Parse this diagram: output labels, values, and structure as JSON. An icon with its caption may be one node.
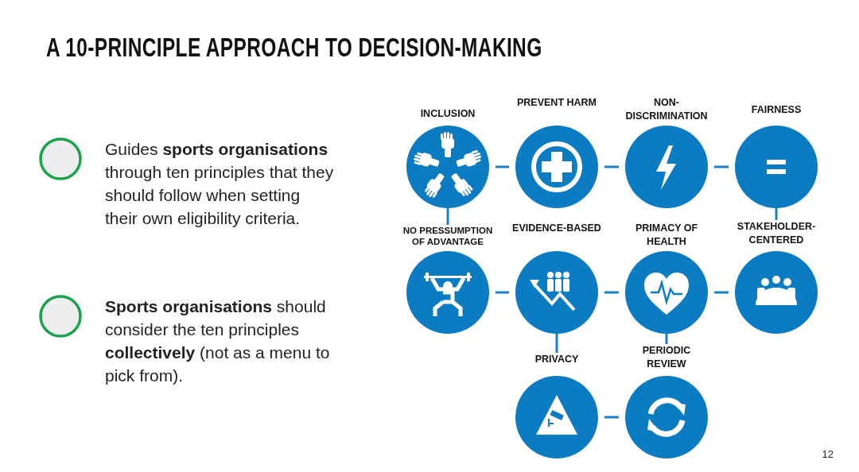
{
  "diagram": {
    "title": "A 10-PRINCIPLE APPROACH TO DECISION-MAKING",
    "nodes": [
      {
        "text": [
          "INCLUSION"
        ]
      },
      {
        "text": [
          "PREVENT HARM"
        ]
      },
      {
        "text": [
          "NON-DISCRIMINATION"
        ]
      },
      {
        "text": [
          "FAIRNESS"
        ]
      },
      {
        "text": [
          "NO PRESSUMPTION OF ADVANTAGE"
        ]
      },
      {
        "text": [
          "EVIDENCE-BASED"
        ]
      },
      {
        "text": [
          "PRIMACY OF HEALTH"
        ]
      },
      {
        "text": [
          "STAKEHOLDER-CENTERED"
        ]
      },
      {
        "text": [
          "PRIVACY"
        ]
      },
      {
        "text": [
          "PERIODIC REVIEW"
        ]
      }
    ],
    "edges": [
      {
        "from": 0,
        "to": 1,
        "arrow": "none"
      },
      {
        "from": 1,
        "to": 2,
        "arrow": "none"
      },
      {
        "from": 2,
        "to": 3,
        "arrow": "none"
      },
      {
        "from": 0,
        "to": 4,
        "arrow": "none"
      },
      {
        "from": 3,
        "to": 7,
        "arrow": "none"
      },
      {
        "from": 4,
        "to": 5,
        "arrow": "none"
      },
      {
        "from": 5,
        "to": 6,
        "arrow": "none"
      },
      {
        "from": 6,
        "to": 7,
        "arrow": "none"
      },
      {
        "from": 5,
        "to": 8,
        "arrow": "none"
      },
      {
        "from": 6,
        "to": 9,
        "arrow": "none"
      },
      {
        "from": 8,
        "to": 9,
        "arrow": "none"
      }
    ],
    "labels": [
      "Guides **sports organisations** through ten principles that they should follow when setting their own eligibility criteria.",
      "**Sports organisations** should consider the ten principles **collectively** (not as a menu to pick from).",
      "12"
    ]
  }
}
